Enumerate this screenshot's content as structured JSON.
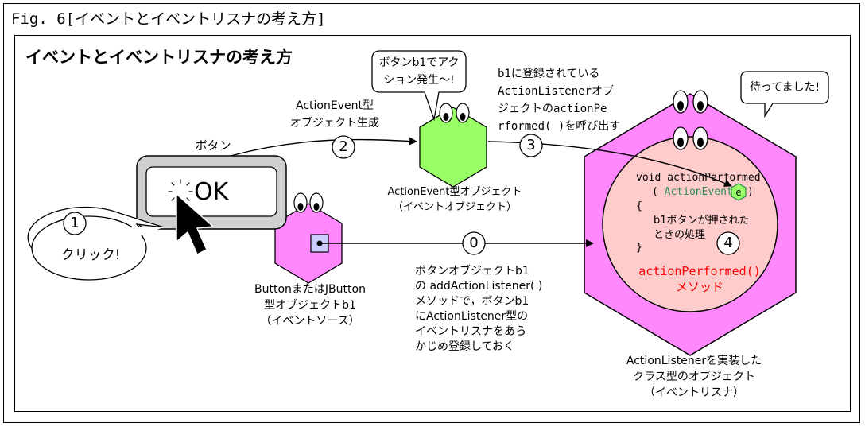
{
  "figure_title": "Fig. 6[イベントとイベントリスナの考え方]",
  "panel_title": "イベントとイベントリスナの考え方",
  "button": {
    "caption": "ボタン",
    "face_text": "OK"
  },
  "click_bubble": {
    "step": "1",
    "text": "クリック!"
  },
  "event_source": {
    "label_lines": [
      "ButtonまたはJButton",
      "型オブジェクトb1",
      "（イベントソース）"
    ]
  },
  "event_object": {
    "bubble_lines": [
      "ボタンb1でアク",
      "ション発生～!"
    ],
    "label_lines": [
      "ActionEvent型オブジェクト",
      "（イベントオブジェクト）"
    ]
  },
  "step2": {
    "number": "2",
    "lines": [
      "ActionEvent型",
      "オブジェクト生成"
    ]
  },
  "step3": {
    "number": "3",
    "lines": [
      "b1に登録されている",
      "ActionListenerオブ",
      "ジェクトのactionPe",
      "rformed( )を呼び出す"
    ]
  },
  "step0": {
    "number": "0",
    "lines": [
      "ボタンオブジェクトb1",
      "の addActionListener( )",
      "メソッドで，ボタンb1",
      "にActionListener型の",
      "イベントリスナをあら",
      "かじめ登録しておく"
    ]
  },
  "listener": {
    "bubble_text": "待ってました!",
    "method_sig": "void actionPerformed",
    "param_open": "( ",
    "param_type": "ActionEvent",
    "param_badge": "e",
    "param_close": ")",
    "brace_open": "{",
    "body_lines": [
      "b1ボタンが押された",
      "ときの処理"
    ],
    "step_number": "4",
    "brace_close": "}",
    "method_name": "actionPerformed()",
    "method_word": "メソッド",
    "label_lines": [
      "ActionListenerを実装した",
      "クラス型のオブジェクト",
      "（イベントリスナ）"
    ]
  },
  "colors": {
    "event_object_fill": "#99ff66",
    "event_source_fill": "#ff88ff",
    "listener_fill": "#ff88ff",
    "listener_inner_fill": "#ffcccc",
    "method_highlight": "#ff0000",
    "param_type_color": "#2e8b57",
    "button_face": "#ffffff",
    "connector_fill": "#ccccff"
  }
}
